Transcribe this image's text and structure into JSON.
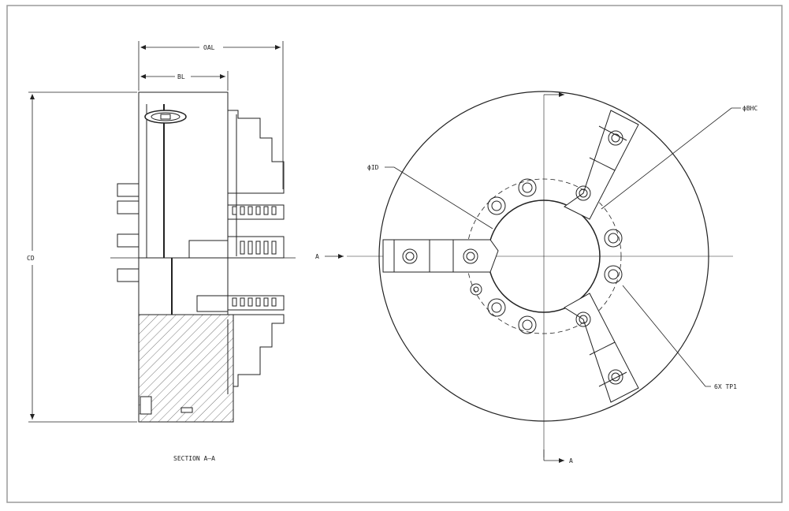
{
  "labels": {
    "oal": "OAL",
    "bl": "BL",
    "cd": "CD",
    "section_title": "SECTION A—A",
    "arrow_a_left": "A",
    "arrow_a_bottom": "A",
    "phi_id": "ϕID",
    "phi_bhc": "ϕBHC",
    "tp1": "6X TP1"
  }
}
